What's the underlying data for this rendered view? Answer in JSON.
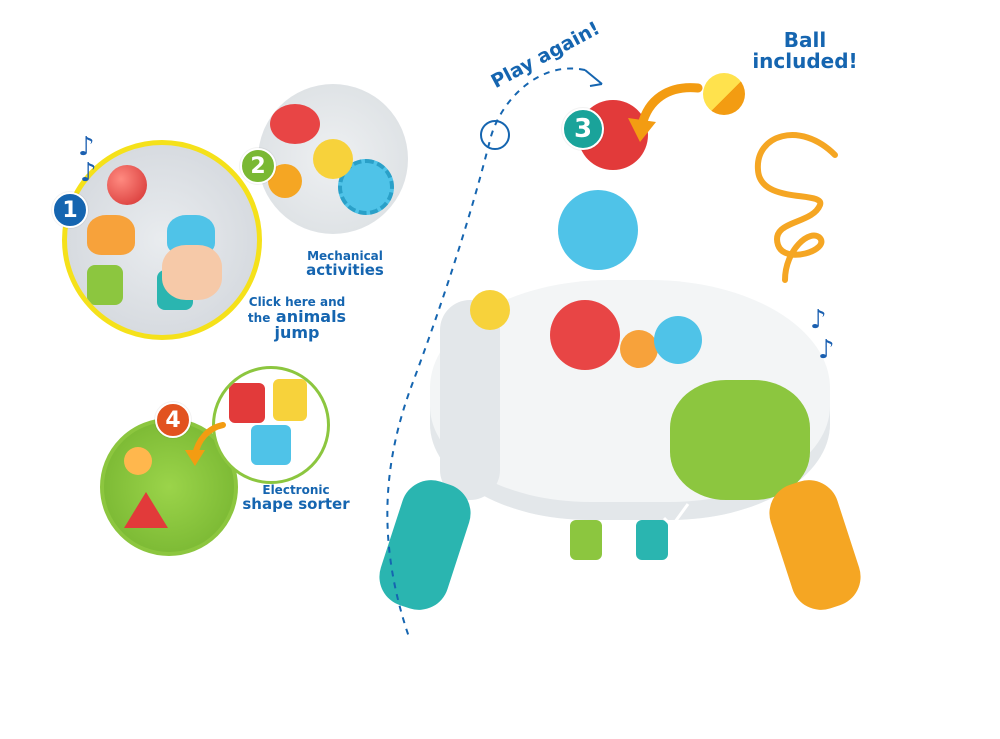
{
  "feature_callouts": [
    {
      "number": "1",
      "label_small": "Click here and the",
      "label_big": "animals jump",
      "label_tail": "jump",
      "badge_color": "#1565b0"
    },
    {
      "number": "2",
      "label_small": "Mechanical",
      "label_big": "activities",
      "badge_color": "#7ab833"
    },
    {
      "number": "3",
      "label": "Play again!",
      "badge_color": "#1aa39a"
    },
    {
      "number": "4",
      "label_small": "Electronic",
      "label_big": "shape sorter",
      "badge_color": "#e2521f"
    }
  ],
  "labels": {
    "callout1_line1": "Click here and",
    "callout1_line2_prefix": "the",
    "callout1_line2_big": "animals",
    "callout1_line3": "jump",
    "callout2_line1": "Mechanical",
    "callout2_line2": "activities",
    "callout3": "Play again!",
    "callout4_line1": "Electronic",
    "callout4_line2": "shape sorter",
    "ball_line1": "Ball",
    "ball_line2": "included!"
  },
  "badges": {
    "b1": "1",
    "b2": "2",
    "b3": "3",
    "b4": "4"
  },
  "colors": {
    "brand_blue": "#1565b0",
    "yellow_ring": "#f5e11a",
    "green_ring": "#8cc63f",
    "orange_accent": "#f39c12",
    "teal": "#2ab5b0",
    "red": "#e23a3a"
  },
  "icons": [
    "music-note-icon",
    "spiral-squiggle-icon",
    "curved-arrow-icon",
    "dashed-path-icon"
  ]
}
